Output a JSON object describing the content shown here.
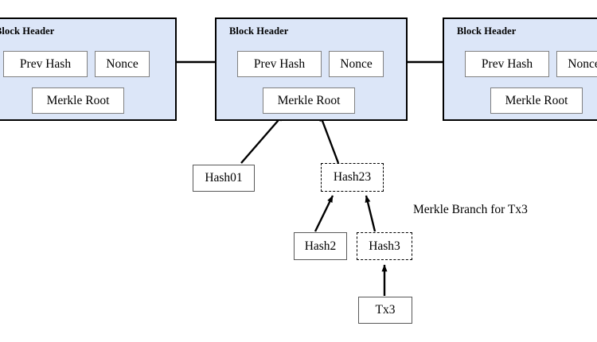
{
  "diagram": {
    "title_caption": "Merkle Branch for Tx3",
    "colors": {
      "block_fill": "#dce6f8",
      "block_border": "#000000",
      "field_fill": "#ffffff",
      "field_border": "#808080",
      "node_border_solid": "#595959",
      "node_border_dashed": "#000000",
      "edge": "#000000",
      "background": "#ffffff"
    }
  },
  "blocks": [
    {
      "id": "block-1",
      "header_label": "Block Header",
      "fields": {
        "prev_hash": "Prev Hash",
        "nonce": "Nonce",
        "merkle_root": "Merkle Root"
      }
    },
    {
      "id": "block-2",
      "header_label": "Block Header",
      "fields": {
        "prev_hash": "Prev Hash",
        "nonce": "Nonce",
        "merkle_root": "Merkle Root"
      }
    },
    {
      "id": "block-3",
      "header_label": "Block Header",
      "fields": {
        "prev_hash": "Prev Hash",
        "nonce": "Nonce",
        "merkle_root": "Merkle Root"
      }
    }
  ],
  "merkle_nodes": [
    {
      "id": "hash01",
      "label": "Hash01",
      "border": "solid"
    },
    {
      "id": "hash23",
      "label": "Hash23",
      "border": "dashed"
    },
    {
      "id": "hash2",
      "label": "Hash2",
      "border": "solid"
    },
    {
      "id": "hash3",
      "label": "Hash3",
      "border": "dashed"
    },
    {
      "id": "tx3",
      "label": "Tx3",
      "border": "solid"
    }
  ]
}
